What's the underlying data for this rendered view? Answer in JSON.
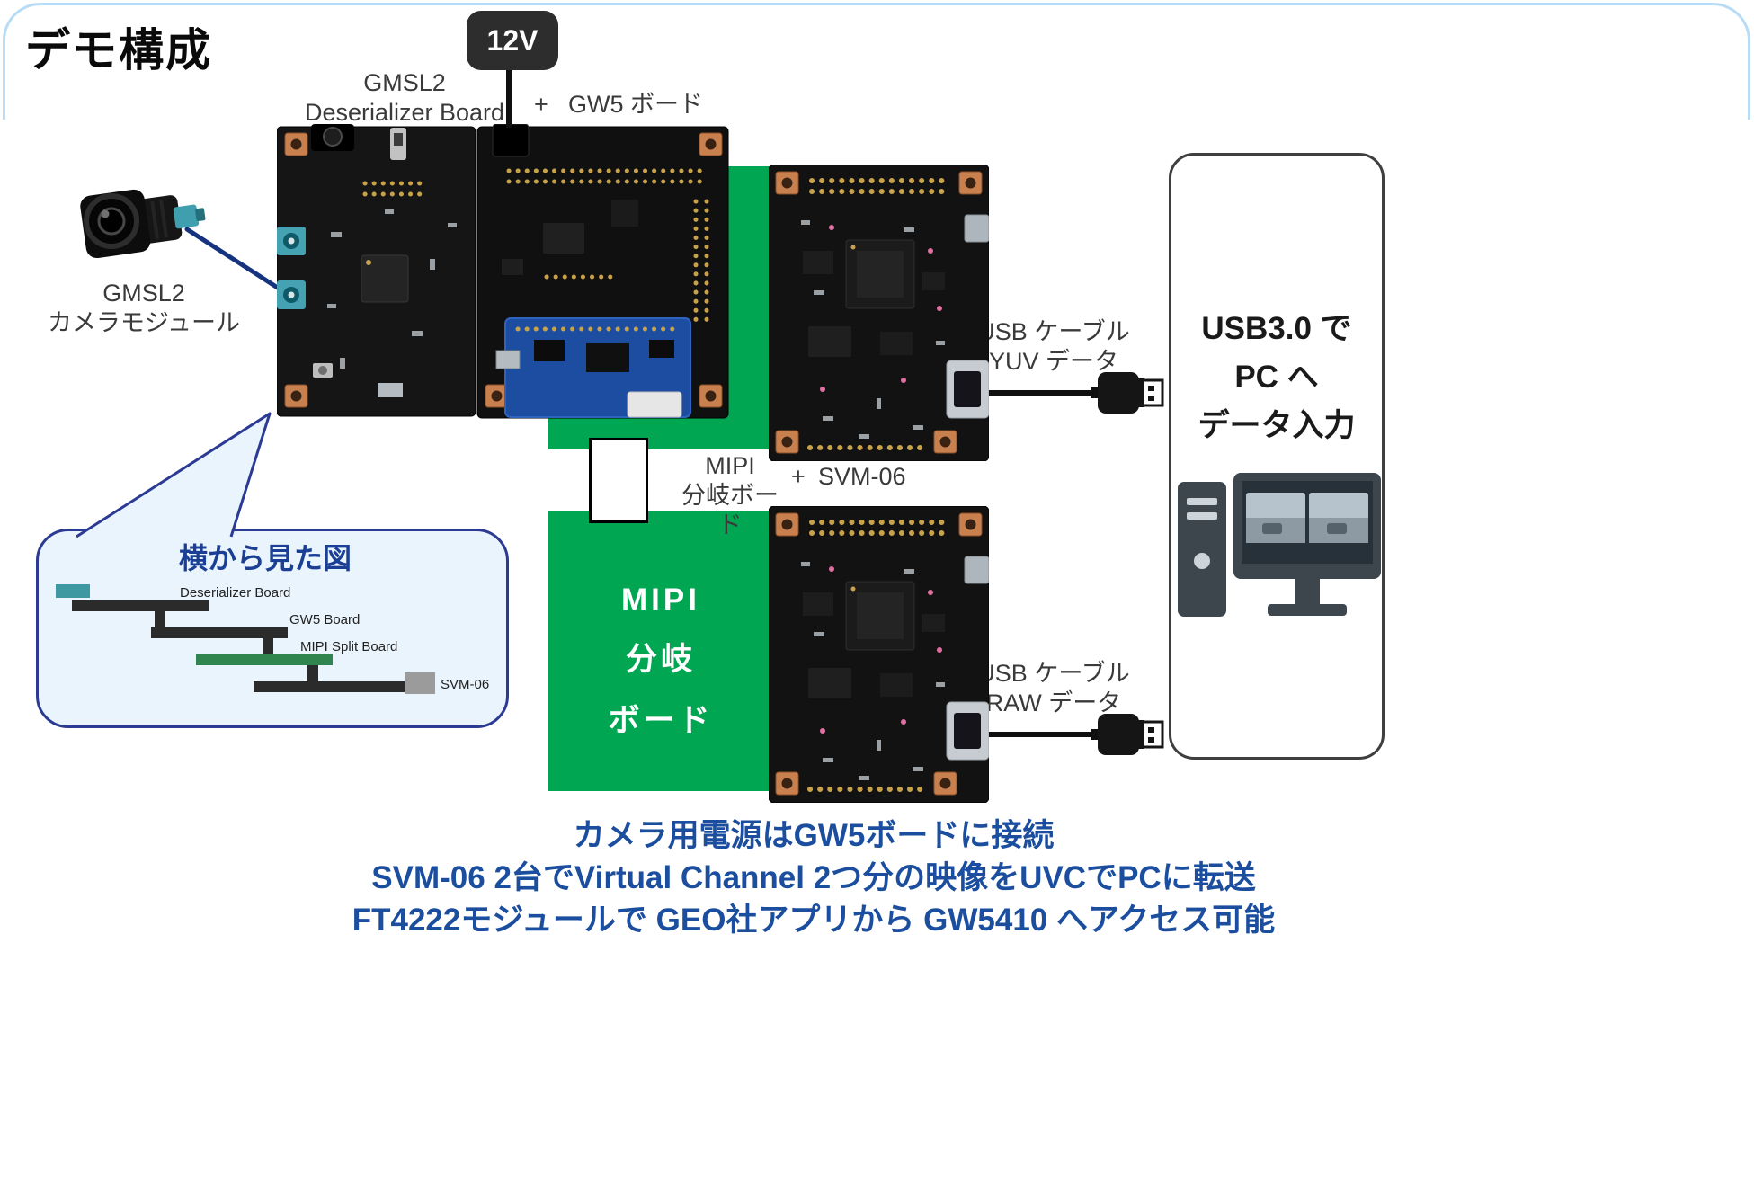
{
  "title": "デモ構成",
  "power": {
    "label": "12V"
  },
  "top_labels": {
    "deserializer": "GMSL2\nDeserializer Board",
    "plus": "+",
    "gw5": "GW5 ボード"
  },
  "camera": {
    "label": "GMSL2\nカメラモジュール"
  },
  "mipi_block": {
    "lines": [
      "MIPI",
      "分岐",
      "ボード"
    ]
  },
  "mid_labels": {
    "mipi_board": "MIPI\n分岐ボード",
    "plus": "+",
    "svm06": "SVM-06"
  },
  "usb": {
    "yuv": "USB ケーブル\nYUV データ",
    "raw": "USB ケーブル\nRAW データ"
  },
  "pc_panel": {
    "label": "USB3.0 で\nPC へ\nデータ入力"
  },
  "callout": {
    "title": "横から見た図",
    "layers": {
      "deserializer": "Deserializer Board",
      "gw5": "GW5 Board",
      "mipi": "MIPI Split Board",
      "svm": "SVM-06"
    }
  },
  "footer": {
    "line1": "カメラ用電源はGW5ボードに接続",
    "line2": "SVM-06 2台でVirtual Channel 2つ分の映像をUVCでPCに転送",
    "line3": "FT4222モジュールで GEO社アプリから GW5410 へアクセス可能"
  },
  "colors": {
    "board_green": "#00a651",
    "footer_blue": "#1b4e9e",
    "callout_navy": "#2b3a92",
    "callout_fill": "#e9f4fd",
    "badge_black": "#2d2d2d",
    "fakra_teal": "#45a2b2"
  }
}
